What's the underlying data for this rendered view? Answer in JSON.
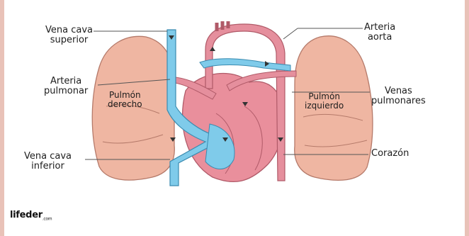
{
  "labels": {
    "vena_cava_superior": [
      "Vena cava",
      "superior"
    ],
    "arteria_aorta": [
      "Arteria",
      "aorta"
    ],
    "arteria_pulmonar": [
      "Arteria",
      "pulmonar"
    ],
    "venas_pulmonares": [
      "Venas",
      "pulmonares"
    ],
    "vena_cava_inferior": [
      "Vena cava",
      "inferior"
    ],
    "corazon": "Corazón",
    "pulmon_derecho": [
      "Pulmón",
      "derecho"
    ],
    "pulmon_izquierdo": [
      "Pulmón",
      "izquierdo"
    ]
  },
  "brand": {
    "name": "lifeder",
    "suffix": ".com"
  },
  "colors": {
    "lung": "#efb6a2",
    "lung_outline": "#b57a6a",
    "heart": "#e98f9c",
    "heart_dark": "#d6707f",
    "vein_blue": "#7fcbea",
    "artery_pink": "#e58f9d",
    "frame": "#e9c2b8"
  }
}
